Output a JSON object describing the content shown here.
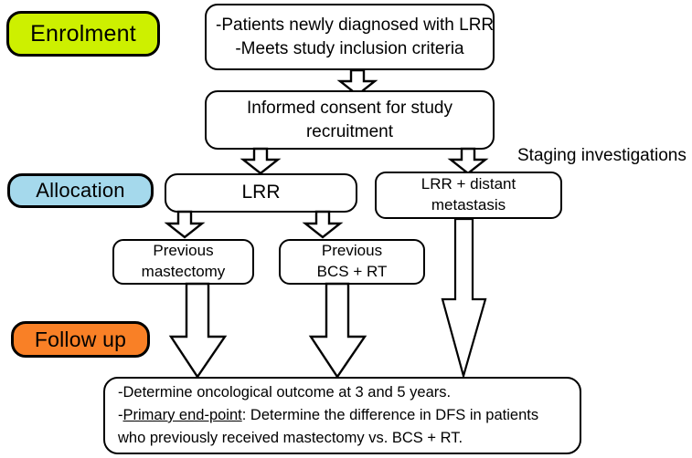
{
  "diagram": {
    "title": "LRR study enrolment, allocation and follow up flow chart",
    "colors": {
      "enrolment_badge": "#CDF000",
      "allocation_badge": "#A5D9EC",
      "followup_badge": "#F98026",
      "stroke": "#000000",
      "box_fill": "#FFFFFF"
    }
  },
  "stages": {
    "enrolment": "Enrolment",
    "allocation": "Allocation",
    "followup": "Follow up"
  },
  "nodes": {
    "eligibility": {
      "line1": "-Patients newly diagnosed with LRR",
      "line2": "-Meets study inclusion criteria"
    },
    "consent": {
      "line1": "Informed consent for study",
      "line2": "recruitment"
    },
    "lrr": {
      "line1": "LRR"
    },
    "lrr_distant": {
      "line1": "LRR + distant",
      "line2": "metastasis"
    },
    "previous_mastectomy": {
      "line1": "Previous",
      "line2": "mastectomy"
    },
    "previous_bcs_rt": {
      "line1": "Previous",
      "line2": "BCS + RT"
    },
    "outcome": {
      "line1": "-Determine oncological outcome at  3 and 5 years.",
      "line2_prefix": "-",
      "line2_underlined": "Primary end-point",
      "line2_rest": ": Determine the difference in DFS in patients",
      "line3": " who previously received mastectomy vs. BCS + RT."
    }
  },
  "annotations": {
    "staging": "Staging investigations"
  }
}
